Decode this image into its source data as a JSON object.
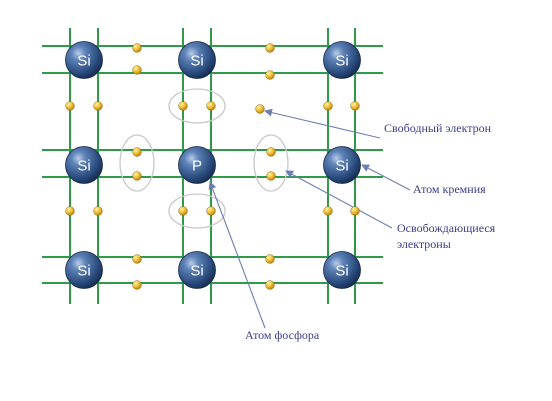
{
  "colors": {
    "bond_line": "#2e9a4a",
    "atom_blue": "#2b4c7e",
    "electron_gold": "#e3aa1c",
    "pointer": "#6c7fb2",
    "label_text": "#3c3c8a",
    "halo": "#c8c8c8"
  },
  "atoms": [
    {
      "id": "si-r1c1",
      "symbol": "Si"
    },
    {
      "id": "si-r1c2",
      "symbol": "Si"
    },
    {
      "id": "si-r1c3",
      "symbol": "Si"
    },
    {
      "id": "si-r2c1",
      "symbol": "Si"
    },
    {
      "id": "p-r2c2",
      "symbol": "P"
    },
    {
      "id": "si-r2c3",
      "symbol": "Si"
    },
    {
      "id": "si-r3c1",
      "symbol": "Si"
    },
    {
      "id": "si-r3c2",
      "symbol": "Si"
    },
    {
      "id": "si-r3c3",
      "symbol": "Si"
    }
  ],
  "labels": {
    "free_electron": "Свободный электрон",
    "silicon_atom": "Атом кремния",
    "freed_electrons_line1": "Освобождающиеся",
    "freed_electrons_line2": "электроны",
    "phosphorus_atom": "Атом фосфора"
  }
}
